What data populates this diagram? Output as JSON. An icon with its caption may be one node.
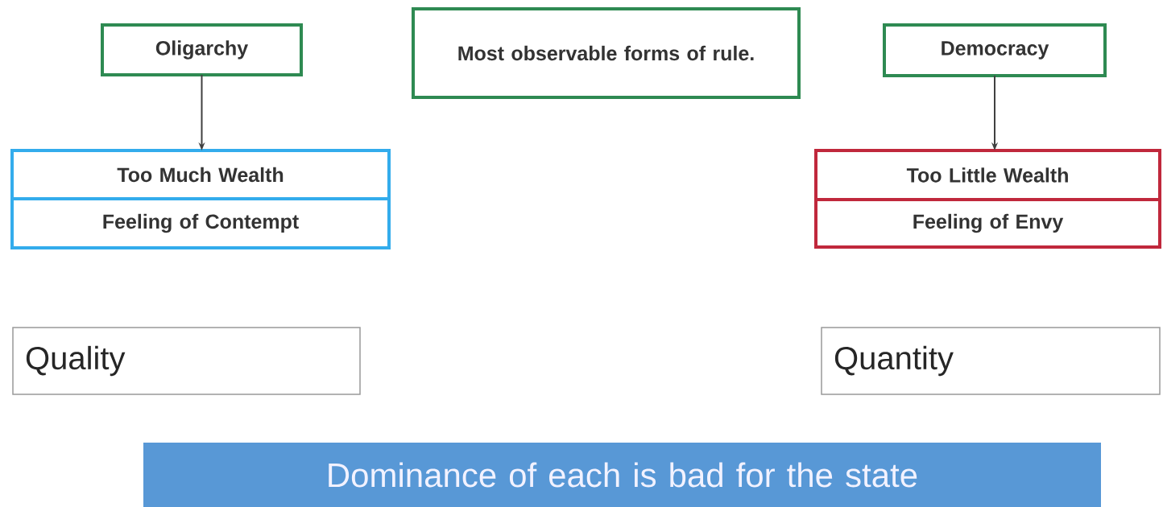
{
  "diagram": {
    "nodes": [
      {
        "text": [
          "Oligarchy"
        ]
      },
      {
        "text": [
          "Most observable forms of rule."
        ]
      },
      {
        "text": [
          "Democracy"
        ]
      },
      {
        "text": [
          "Too Much Wealth"
        ]
      },
      {
        "text": [
          "Feeling of Contempt"
        ]
      },
      {
        "text": [
          "Too Little Wealth"
        ]
      },
      {
        "text": [
          "Feeling of Envy"
        ]
      },
      {
        "text": [
          "Quality"
        ]
      },
      {
        "text": [
          "Quantity"
        ]
      },
      {
        "text": [
          "Dominance of each is bad for the state"
        ]
      }
    ],
    "edges": [
      {
        "from": 0,
        "to": 3,
        "arrow": "to"
      },
      {
        "from": 2,
        "to": 5,
        "arrow": "to"
      }
    ]
  }
}
